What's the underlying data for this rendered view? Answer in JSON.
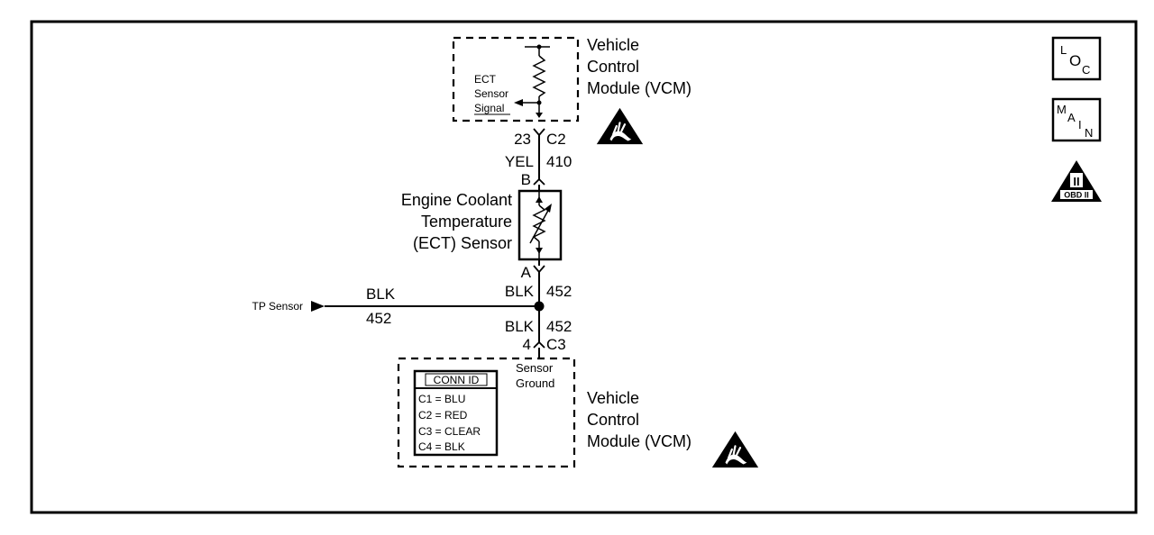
{
  "vcm_top": {
    "title": [
      "Vehicle",
      "Control",
      "Module (VCM)"
    ],
    "inner": [
      "ECT",
      "Sensor",
      "Signal"
    ]
  },
  "pin_top": {
    "num": "23",
    "connector": "C2"
  },
  "wire_top": {
    "color": "YEL",
    "circuit": "410"
  },
  "sensor": {
    "pin_b": "B",
    "pin_a": "A",
    "label": [
      "Engine Coolant",
      "Temperature",
      "(ECT) Sensor"
    ]
  },
  "wire_a": {
    "color": "BLK",
    "circuit": "452"
  },
  "tp_branch": {
    "label": "TP Sensor",
    "color": "BLK",
    "circuit": "452"
  },
  "wire_bottom": {
    "color": "BLK",
    "circuit": "452"
  },
  "pin_bottom": {
    "num": "4",
    "connector": "C3"
  },
  "vcm_bottom": {
    "title": [
      "Vehicle",
      "Control",
      "Module (VCM)"
    ],
    "inner": [
      "Sensor",
      "Ground"
    ],
    "conn_id": {
      "header": "CONN ID",
      "rows": [
        "C1 = BLU",
        "C2 = RED",
        "C3 = CLEAR",
        "C4 = BLK"
      ]
    }
  },
  "side_icons": {
    "loc": [
      "L",
      "O",
      "C"
    ],
    "main": [
      "M",
      "A",
      "I",
      "N"
    ],
    "obd": {
      "symbol": "II",
      "caption": "OBD II"
    }
  }
}
